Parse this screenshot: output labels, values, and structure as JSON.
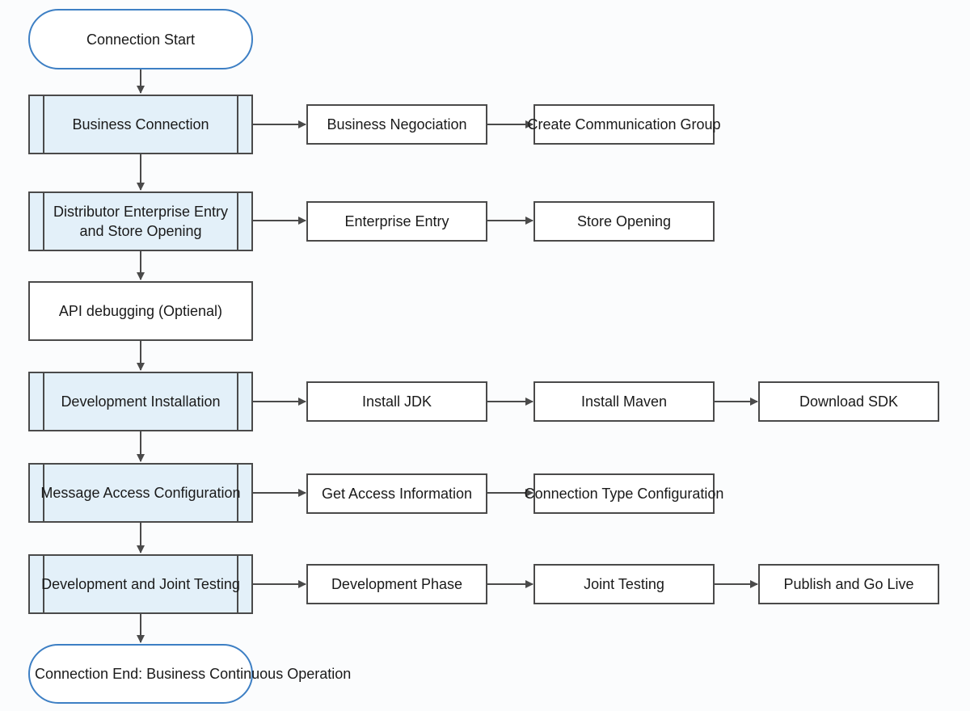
{
  "flow": {
    "start": "Connection Start",
    "steps": [
      {
        "label": "Business Connection",
        "substeps": [
          "Business Negociation",
          "Create Communication Group"
        ]
      },
      {
        "label": "Distributor Enterprise Entry and Store Opening",
        "substeps": [
          "Enterprise Entry",
          "Store Opening"
        ]
      },
      {
        "label": "API debugging (Optienal)",
        "substeps": []
      },
      {
        "label": "Development Installation",
        "substeps": [
          "Install JDK",
          "Install Maven",
          "Download SDK"
        ]
      },
      {
        "label": "Message Access Configuration",
        "substeps": [
          "Get Access Information",
          "Connection Type Configuration"
        ]
      },
      {
        "label": "Development and Joint Testing",
        "substeps": [
          "Development Phase",
          "Joint Testing",
          "Publish and Go Live"
        ]
      }
    ],
    "end": "Connection End: Business Continuous Operation"
  },
  "colors": {
    "terminal_border": "#3d7fc4",
    "subprocess_fill": "#e3f0f9",
    "line": "#4a4a4a"
  }
}
